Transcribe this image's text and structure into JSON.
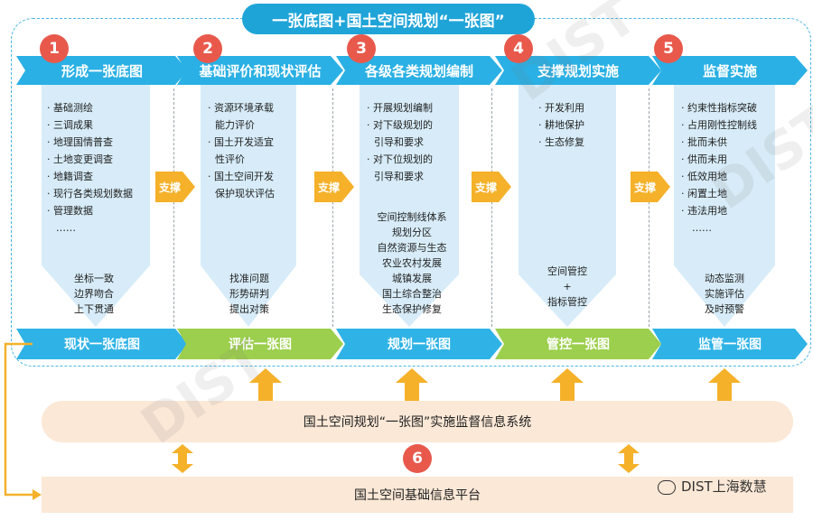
{
  "title": "一张底图+国土空间规划“一张图”",
  "stages": [
    {
      "num": "1",
      "header": "形成一张底图",
      "items": [
        "· 基础测绘",
        "· 三调成果",
        "· 地理国情普查",
        "· 土地变更调查",
        "· 地籍调查",
        "· 现行各类规划数据",
        "· 管理数据",
        "……"
      ],
      "bottom": [
        "坐标一致",
        "边界吻合",
        "上下贯通"
      ],
      "map": "现状一张底图"
    },
    {
      "num": "2",
      "header": "基础评价和现状评估",
      "items": [
        "· 资源环境承载",
        "能力评价",
        "· 国土开发适宜",
        "性评价",
        "· 国土空间开发",
        "保护现状评估"
      ],
      "bottom": [
        "找准问题",
        "形势研判",
        "提出对策"
      ],
      "map": "评估一张图"
    },
    {
      "num": "3",
      "header": "各级各类规划编制",
      "items": [
        "· 开展规划编制",
        "· 对下级规划的",
        "引导和要求",
        "· 对下位规划的",
        "引导和要求"
      ],
      "center": [
        "空间控制线体系",
        "规划分区",
        "自然资源与生态",
        "农业农村发展",
        "城镇发展",
        "国土综合整治",
        "生态保护修复"
      ],
      "map": "规划一张图"
    },
    {
      "num": "4",
      "header": "支撑规划实施",
      "items": [
        "· 开发利用",
        "· 耕地保护",
        "· 生态修复"
      ],
      "bottom": [
        "空间管控",
        "+",
        "指标管控"
      ],
      "map": "管控一张图"
    },
    {
      "num": "5",
      "header": "监督实施",
      "items": [
        "· 约束性指标突破",
        "· 占用刚性控制线",
        "· 批而未供",
        "· 供而未用",
        "· 低效用地",
        "· 闲置土地",
        "· 违法用地",
        "……"
      ],
      "bottom": [
        "动态监测",
        "实施评估",
        "及时预警"
      ],
      "map": "监管一张图"
    }
  ],
  "support_label": "支撑",
  "system_bar": "国土空间规划“一张图”实施监督信息系统",
  "platform_num": "6",
  "platform_bar": "国土空间基础信息平台",
  "watermark_account": "DIST上海数慧",
  "watermark_text": "DIST",
  "colors": {
    "header": "#2ab0e4",
    "map_blue": "#2fb3e6",
    "map_green": "#9ccf4d",
    "support": "#f5b12a",
    "circle": "#e8594c",
    "panel": "#d7ecf8",
    "bar": "#fbe8d6",
    "arrow": "#f5b12a"
  }
}
